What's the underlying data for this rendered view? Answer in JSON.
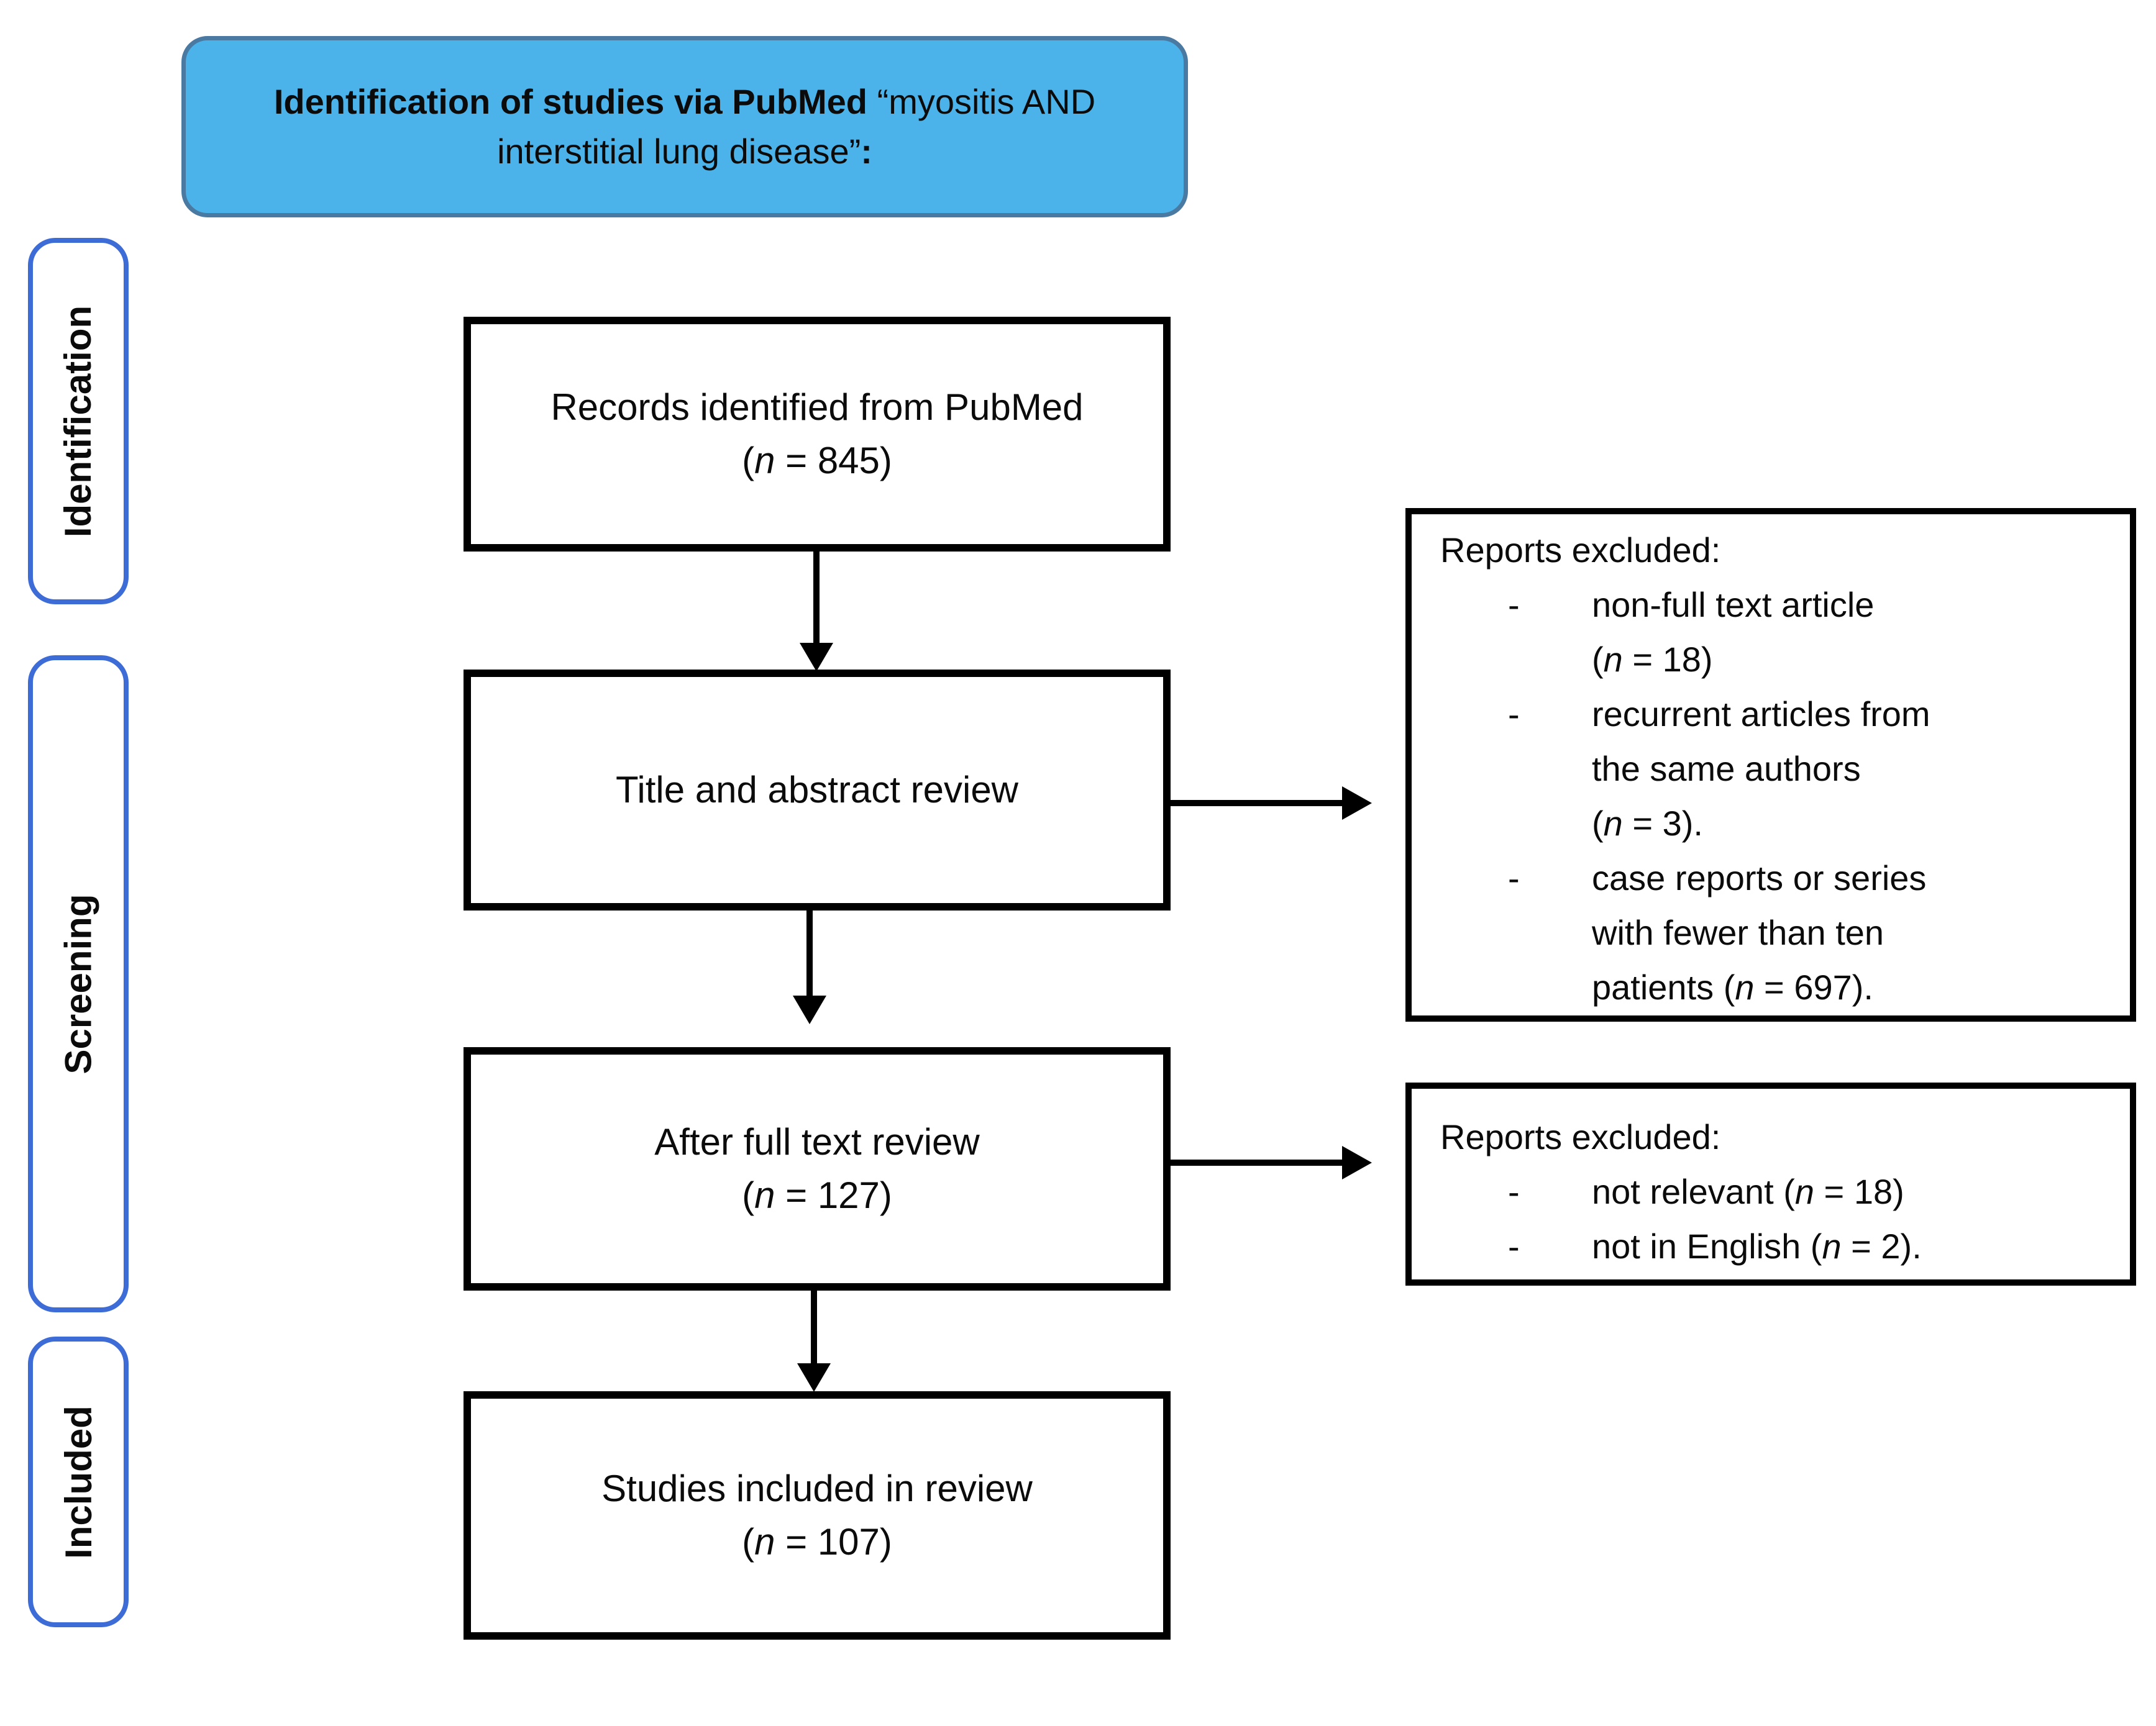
{
  "figure": {
    "header": {
      "html": "<b>Identification of studies via PubMed</b> “myositis AND\ninterstitial lung disease”<b>:</b>"
    },
    "stage_labels": [
      {
        "label": "Identification"
      },
      {
        "label": "Screening"
      },
      {
        "label": "Included"
      }
    ],
    "flow_boxes": [
      {
        "text": "Records identified from PubMed\n(<i>n</i> = 845)"
      },
      {
        "text": "Title and abstract review"
      },
      {
        "text": "After full text review\n(<i>n</i> = 127)"
      },
      {
        "text": "Studies included in review\n(<i>n</i> = 107)"
      }
    ],
    "exclusion_boxes": [
      {
        "title": "Reports excluded:",
        "marker": "-",
        "items": [
          "non-full text article\n(<i>n</i> = 18)",
          "recurrent articles from\nthe same authors\n(<i>n</i> = 3).",
          "case reports or series\nwith fewer than ten\npatients (<i>n</i> = 697)."
        ]
      },
      {
        "title": "Reports excluded:",
        "marker": "-",
        "items": [
          "not relevant (<i>n</i> = 18)",
          "not in English (<i>n</i> = 2)."
        ]
      }
    ],
    "colors": {
      "header-fill": "#4bb3e9",
      "header-border": "#4a79a1",
      "stage-border": "#3e6cd6",
      "diagram-border": "#000000"
    }
  }
}
